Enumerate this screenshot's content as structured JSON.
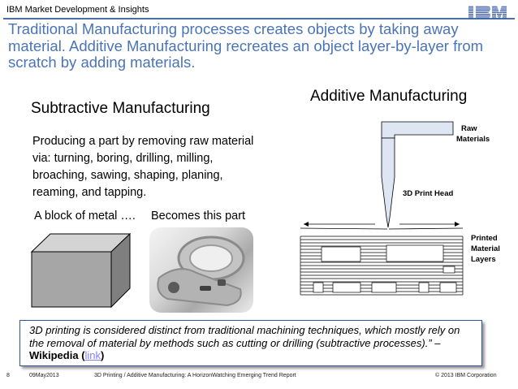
{
  "header": {
    "org": "IBM Market Development & Insights",
    "logo_text": "IBM"
  },
  "headline": "Traditional Manufacturing processes creates objects by taking away material.  Additive Manufacturing recreates an object layer-by-layer from scratch by adding materials.",
  "subtractive": {
    "title": "Subtractive Manufacturing",
    "description": "Producing a part by removing raw material via:  turning, boring, drilling, milling, broaching, sawing, shaping, planing, reaming, and tapping.",
    "block_caption": "A block of metal ….",
    "part_caption": "Becomes this part"
  },
  "additive": {
    "title": "Additive Manufacturing",
    "labels": {
      "raw_materials_1": "Raw",
      "raw_materials_2": "Materials",
      "print_head": "3D Print Head",
      "layers_1": "Printed",
      "layers_2": "Material",
      "layers_3": "Layers"
    }
  },
  "quote": {
    "text": "3D printing is considered distinct from traditional machining techniques, which mostly rely on the removal of material by methods such as cutting or drilling (subtractive processes).” – ",
    "source": "Wikipedia",
    "link_open": " (",
    "link_text": "link",
    "link_close": ")"
  },
  "footer": {
    "page": "8",
    "date": "09May2013",
    "title": "3D Printing / Additive Manufacturing:  A HorizonWatching Emerging Trend Report",
    "copyright": "© 2013 IBM Corporation"
  },
  "colors": {
    "accent": "#4a74b8",
    "rule": "#4a6fa5",
    "box_border": "#2f5597",
    "link": "#7f7fff"
  }
}
